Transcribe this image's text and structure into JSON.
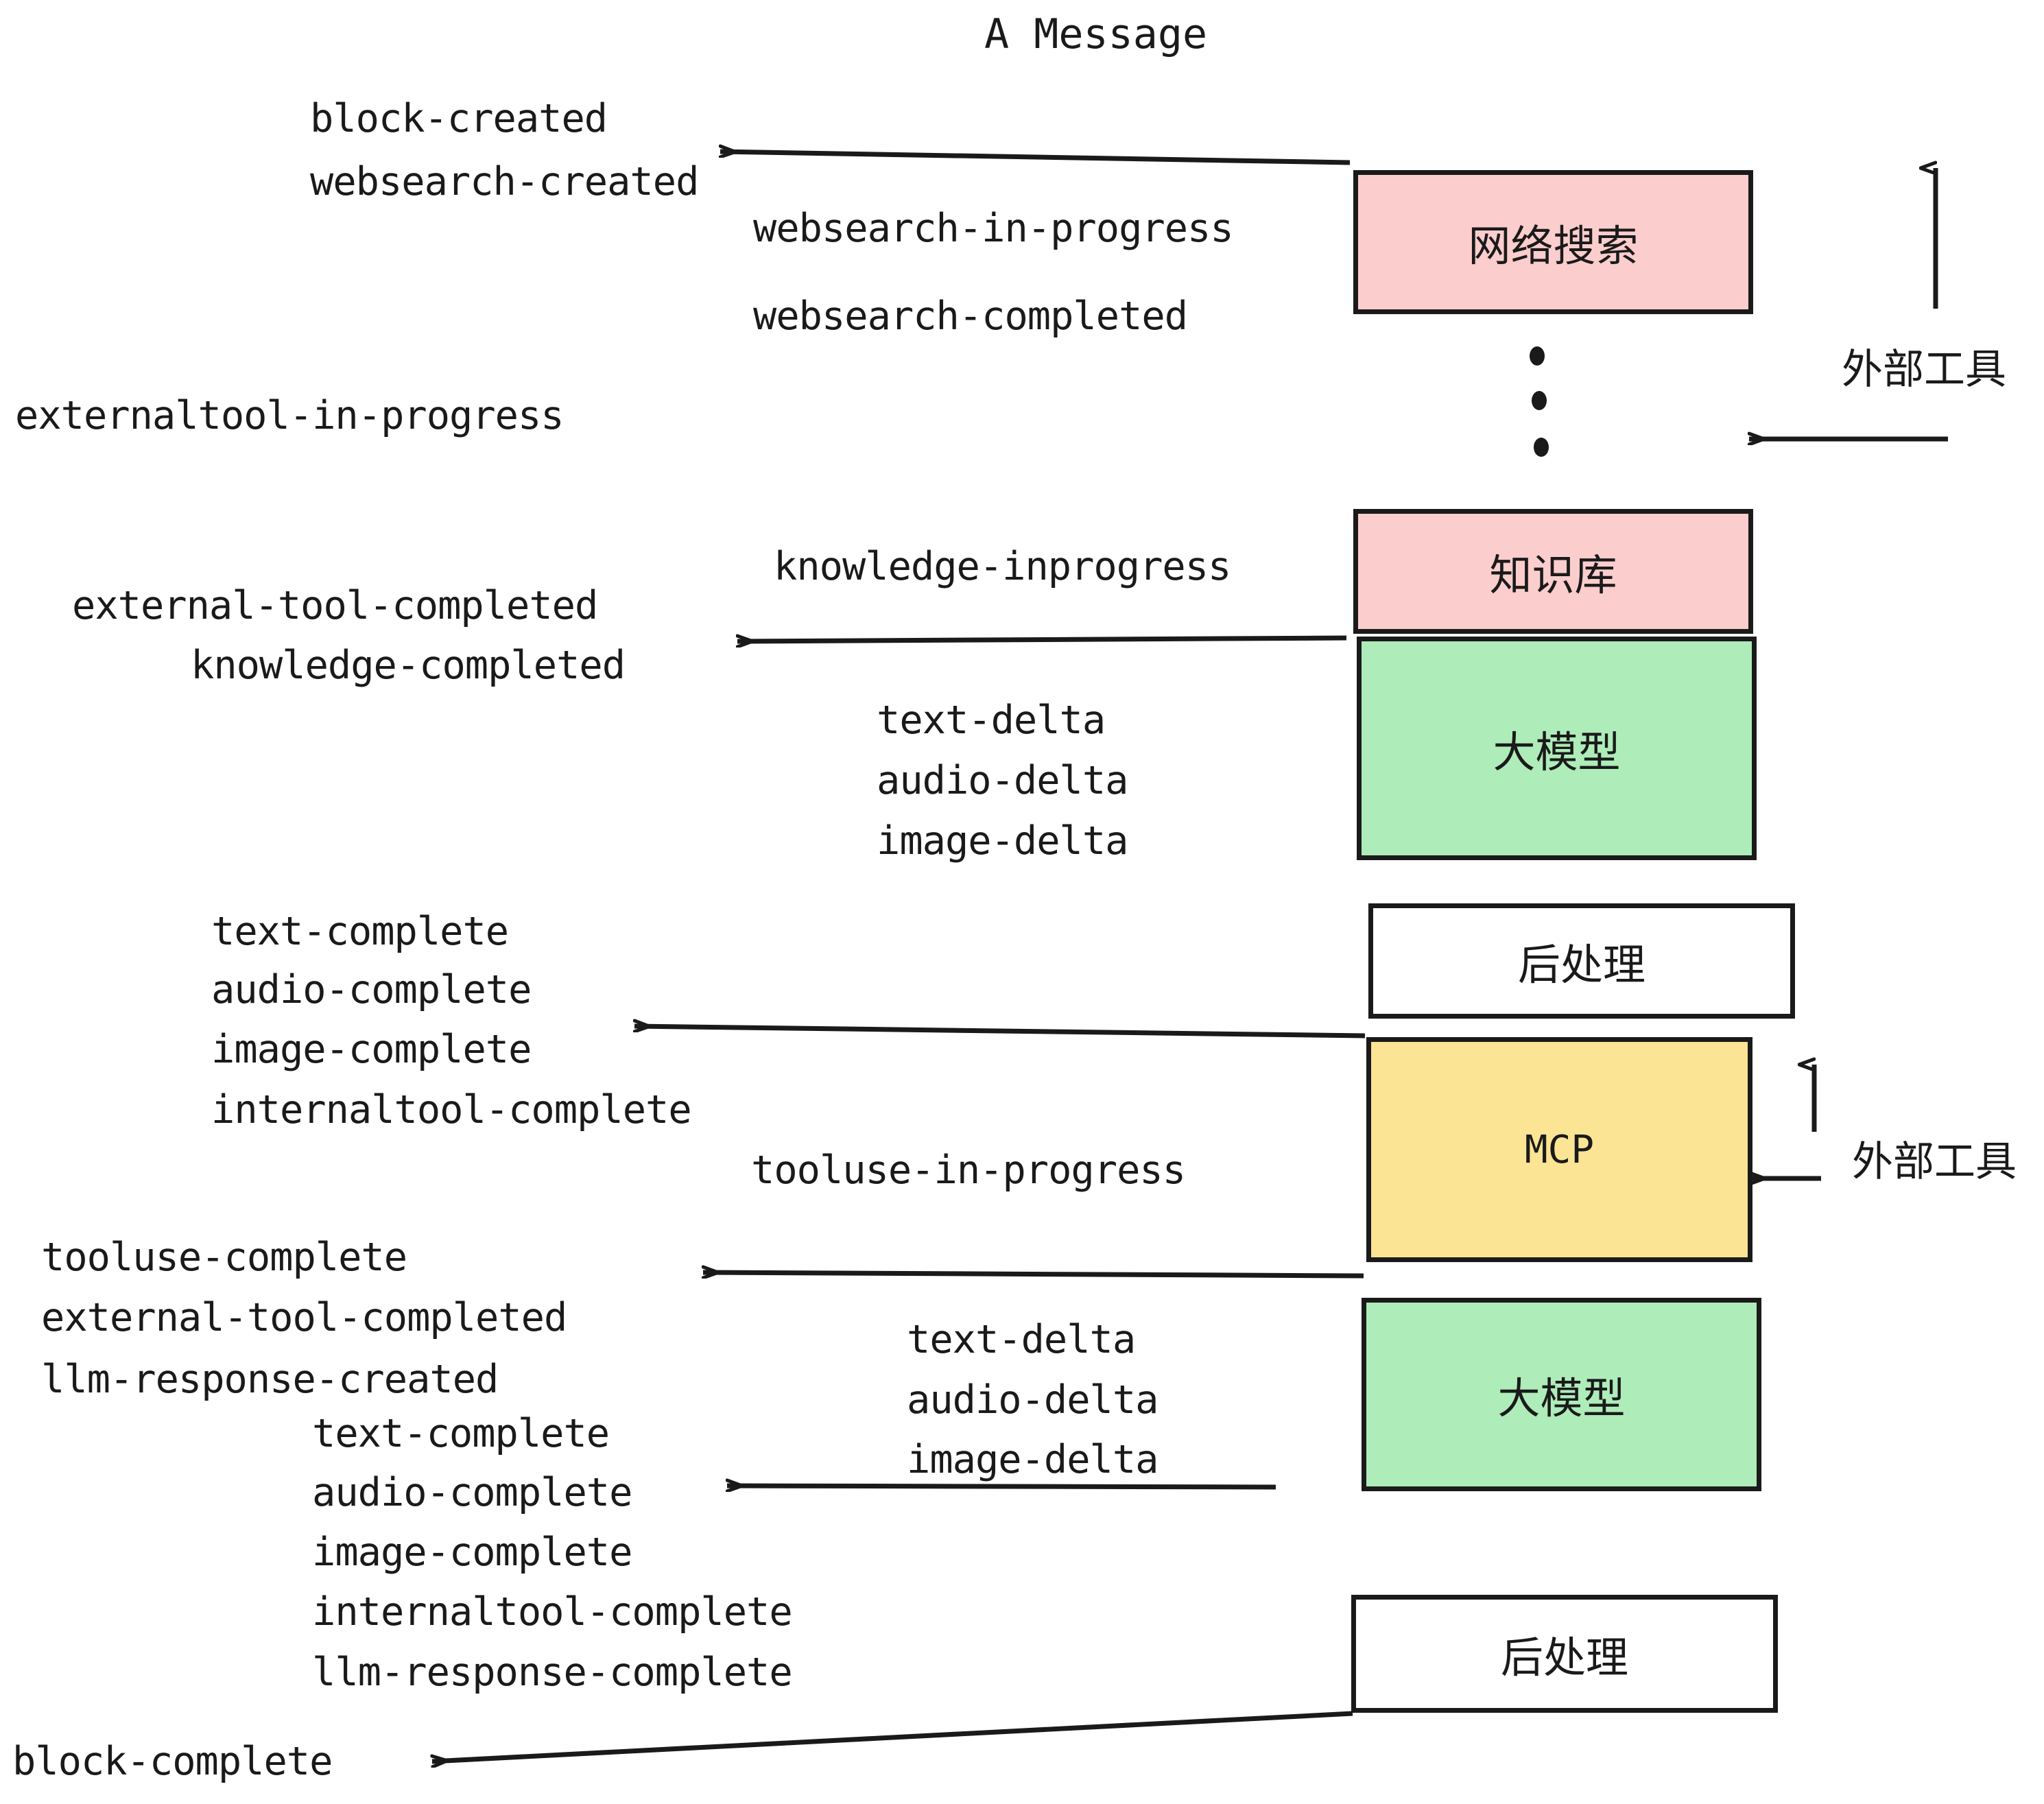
{
  "title": "A Message",
  "boxes": [
    {
      "id": "websearch",
      "label": "网络搜索",
      "fill": "#fbcdcd"
    },
    {
      "id": "knowledge",
      "label": "知识库",
      "fill": "#fbcdcd"
    },
    {
      "id": "llm1",
      "label": "大模型",
      "fill": "#aeecb9"
    },
    {
      "id": "post1",
      "label": "后处理",
      "fill": "#ffffff"
    },
    {
      "id": "mcp",
      "label": "MCP",
      "fill": "#fbe493"
    },
    {
      "id": "llm2",
      "label": "大模型",
      "fill": "#aeecb9"
    },
    {
      "id": "post2",
      "label": "后处理",
      "fill": "#ffffff"
    }
  ],
  "side_labels": [
    {
      "id": "external-tool-top",
      "text": "外部工具"
    },
    {
      "id": "external-tool-bottom",
      "text": "外部工具"
    }
  ],
  "events": {
    "block_created": "block-created",
    "websearch_created": "websearch-created",
    "websearch_in_progress": "websearch-in-progress",
    "websearch_completed": "websearch-completed",
    "externaltool_in_progress": "externaltool-in-progress",
    "knowledge_inprogress": "knowledge-inprogress",
    "external_tool_completed_1": "external-tool-completed",
    "knowledge_completed": "knowledge-completed",
    "text_delta_1": "text-delta",
    "audio_delta_1": "audio-delta",
    "image_delta_1": "image-delta",
    "text_complete_1": "text-complete",
    "audio_complete_1": "audio-complete",
    "image_complete_1": "image-complete",
    "internaltool_complete_1": "internaltool-complete",
    "tooluse_in_progress": "tooluse-in-progress",
    "tooluse_complete": "tooluse-complete",
    "external_tool_completed_2": "external-tool-completed",
    "llm_response_created": "llm-response-created",
    "text_delta_2": "text-delta",
    "audio_delta_2": "audio-delta",
    "image_delta_2": "image-delta",
    "text_complete_2": "text-complete",
    "audio_complete_2": "audio-complete",
    "image_complete_2": "image-complete",
    "internaltool_complete_2": "internaltool-complete",
    "llm_response_complete": "llm-response-complete",
    "block_complete": "block-complete"
  },
  "colors": {
    "ink": "#1a1a1a",
    "pink": "#fbcdcd",
    "green": "#aeecb9",
    "yellow": "#fbe493",
    "white": "#ffffff",
    "background": "#ffffff"
  }
}
